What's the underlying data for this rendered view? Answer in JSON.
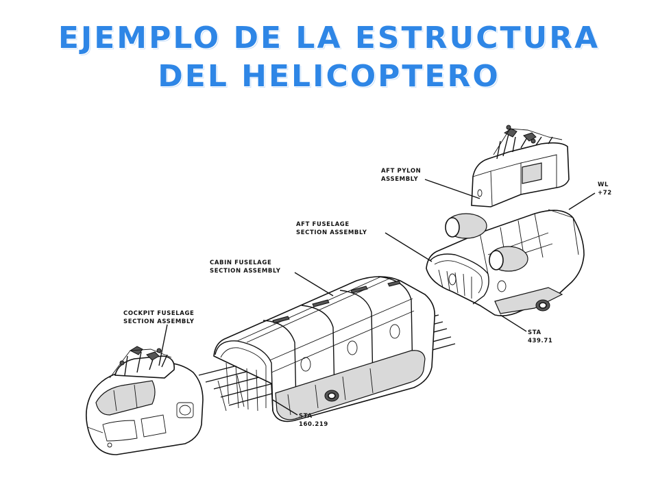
{
  "title": {
    "line1": "Ejemplo de la estructura",
    "line2": "del helicoptero"
  },
  "labels": {
    "aft_pylon": [
      "AFT PYLON",
      "ASSEMBLY"
    ],
    "wl": [
      "WL",
      "+72"
    ],
    "aft_fuselage": [
      "AFT FUSELAGE",
      "SECTION ASSEMBLY"
    ],
    "cabin_fuselage": [
      "CABIN FUSELAGE",
      "SECTION ASSEMBLY"
    ],
    "cockpit_fuselage": [
      "COCKPIT FUSELAGE",
      "SECTION ASSEMBLY"
    ],
    "sta_aft": [
      "STA",
      "439.71"
    ],
    "sta_cabin": [
      "STA",
      "160.219"
    ]
  },
  "colors": {
    "title": "#2e86e6",
    "line": "#111111"
  }
}
